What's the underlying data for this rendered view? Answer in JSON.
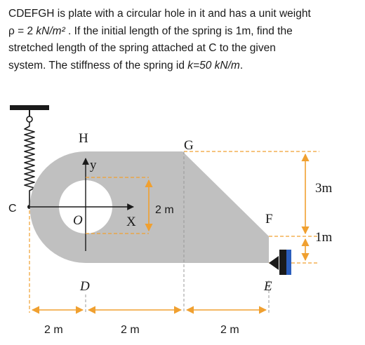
{
  "problem": {
    "line1": "CDEFGH is plate with a circular hole in it and has a unit weight",
    "line2_prefix": "ρ = 2 ",
    "line2_unit": "kN/m²",
    "line2_suffix": " . If the initial length of the spring is 1m, find the",
    "line3": "stretched length of the spring attached at C to the given",
    "line4_prefix": "system. The stiffness of the spring id ",
    "line4_k": "k=50 kN/m",
    "line4_suffix": "."
  },
  "figure": {
    "point_labels": {
      "H": "H",
      "G": "G",
      "C": "C",
      "F": "F",
      "D": "D",
      "E": "E",
      "O": "O"
    },
    "axis_labels": {
      "y": "y",
      "x": "X"
    },
    "dimensions": {
      "vertical_top": "3m",
      "vertical_bottom": "1m",
      "inner": "2 m",
      "bottom_1": "2 m",
      "bottom_2": "2 m",
      "bottom_3": "2 m"
    },
    "colors": {
      "plate": "#c0c0c0",
      "dimension_orange": "#f0a030",
      "support_blue": "#2b5ebd",
      "dark": "#1a1a1a"
    }
  }
}
